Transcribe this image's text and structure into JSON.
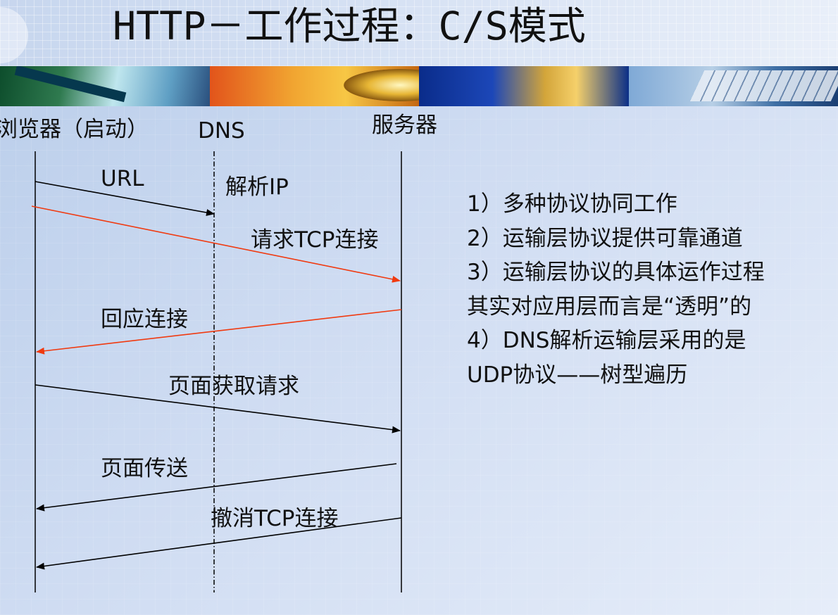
{
  "title": "HTTP－工作过程：C/S模式",
  "participants": {
    "browser": "浏览器（启动）",
    "dns": "DNS",
    "server": "服务器"
  },
  "messages": [
    {
      "label": "URL",
      "from": "browser",
      "to": "dns",
      "color": "#000000"
    },
    {
      "label": "解析IP",
      "from": "dns",
      "to": "dns",
      "color": "#000000"
    },
    {
      "label": "请求TCP连接",
      "from": "browser",
      "to": "server",
      "color": "#f03a10"
    },
    {
      "label": "回应连接",
      "from": "server",
      "to": "browser",
      "color": "#f03a10"
    },
    {
      "label": "页面获取请求",
      "from": "browser",
      "to": "server",
      "color": "#000000"
    },
    {
      "label": "页面传送",
      "from": "server",
      "to": "browser",
      "color": "#000000"
    },
    {
      "label": "撤消TCP连接",
      "from": "server",
      "to": "browser",
      "color": "#000000"
    }
  ],
  "points": [
    "1）多种协议协同工作",
    "2）运输层协议提供可靠通道",
    "3）运输层协议的具体运作过程",
    "其实对应用层而言是“透明”的",
    "4）DNS解析运输层采用的是",
    "UDP协议——树型遍历"
  ],
  "colors": {
    "arrow_black": "#000000",
    "arrow_red": "#f03a10"
  }
}
